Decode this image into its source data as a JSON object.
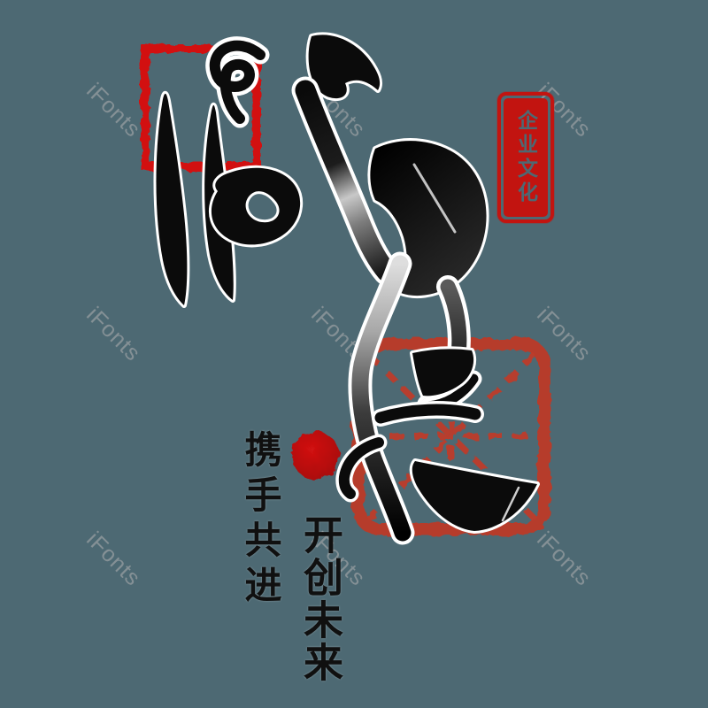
{
  "background": {
    "color": "#4d6973"
  },
  "watermark": {
    "text": "iFonts",
    "color": "#9aa0a3"
  },
  "calligraphy": {
    "characters": "成长",
    "ink_color": "#0b0b0b",
    "outline_color": "#ffffff",
    "silver_highlight": "#c8c8c8"
  },
  "frame": {
    "color": "#d8100c"
  },
  "grid_stamp": {
    "color": "#bc3a26",
    "dash_color": "#c13a27"
  },
  "dot": {
    "color": "#c21212"
  },
  "seal": {
    "text": "企业文化",
    "color": "#c21410",
    "text_color": "#4d6973"
  },
  "slogans": {
    "left_vertical": "携手共进",
    "bottom_vertical": "开创未来"
  }
}
